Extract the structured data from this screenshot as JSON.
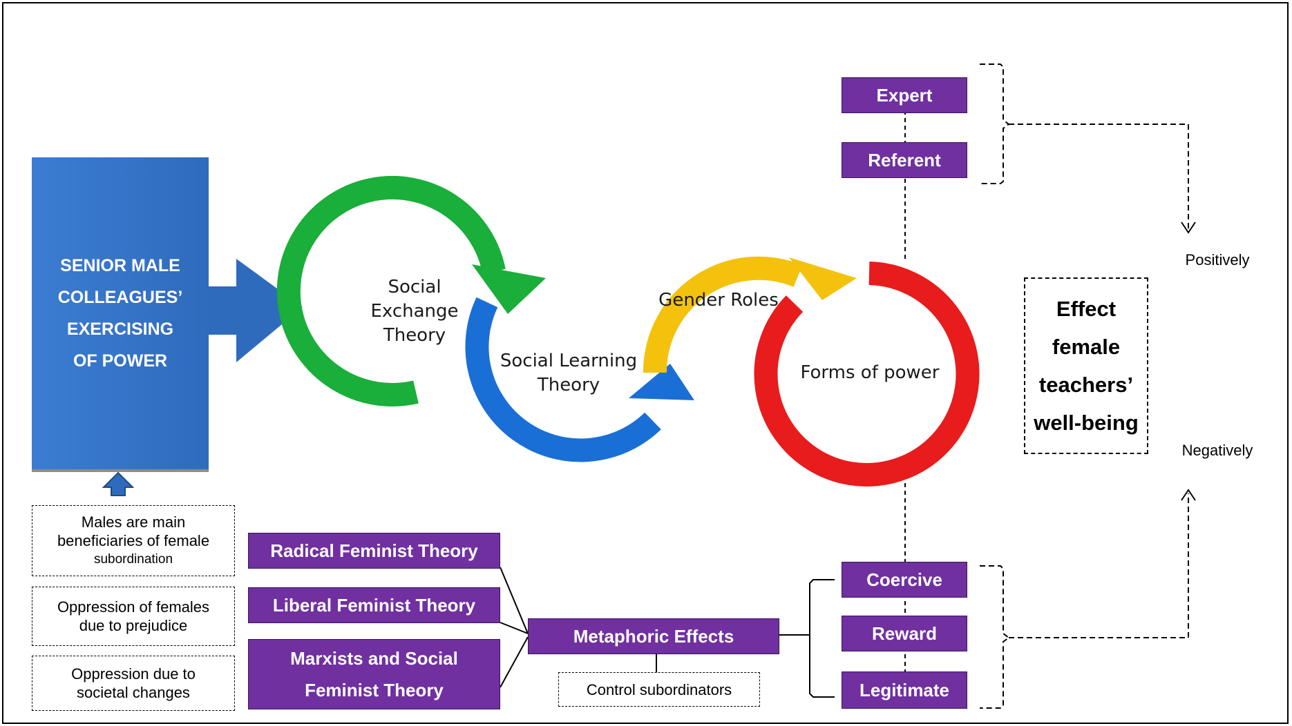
{
  "senior_box": [
    "SENIOR MALE",
    "COLLEAGUES’",
    "EXERCISING",
    "OF POWER"
  ],
  "cycle": {
    "social_exchange": [
      "Social Exchange",
      "Theory"
    ],
    "social_learning": [
      "Social Learning",
      "Theory"
    ],
    "gender_roles": "Gender Roles",
    "forms_of_power": "Forms of power"
  },
  "beneficiaries_box": {
    "line1": "Males are main",
    "line2": "beneficiaries of female",
    "line3": "subordination"
  },
  "prejudice_box": [
    "Oppression of females",
    "due to prejudice"
  ],
  "societal_box": [
    "Oppression due to",
    "societal changes"
  ],
  "theories": {
    "radical": "Radical Feminist Theory",
    "liberal": "Liberal Feminist Theory",
    "marxist": [
      "Marxists and Social",
      "Feminist Theory"
    ]
  },
  "metaphoric_effects": "Metaphoric Effects",
  "control_subordinators": "Control subordinators",
  "powers": {
    "expert": "Expert",
    "referent": "Referent",
    "coercive": "Coercive",
    "reward": "Reward",
    "legitimate": "Legitimate"
  },
  "outcomes": {
    "positively": "Positively",
    "negatively": "Negatively"
  },
  "effect_box": [
    "Effect",
    "female",
    "teachers’",
    "well-being"
  ],
  "colors": {
    "blue": "#2f6bbd",
    "purple": "#7030a0",
    "green": "#1aae3a",
    "loop_blue": "#1a6fd6",
    "yellow": "#f4c20d",
    "red": "#e81c1c"
  }
}
